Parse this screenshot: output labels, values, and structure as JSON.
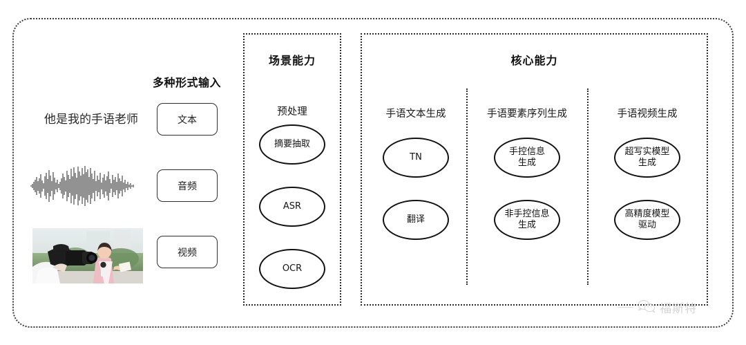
{
  "diagram": {
    "input_section": {
      "heading": "多种形式输入",
      "rows": [
        {
          "sample": "他是我的手语老师",
          "sample_kind": "text",
          "button": "文本"
        },
        {
          "sample": "",
          "sample_kind": "audio-waveform",
          "button": "音频"
        },
        {
          "sample": "",
          "sample_kind": "video-thumbnail",
          "button": "视频"
        }
      ]
    },
    "scene_panel": {
      "title": "场景能力",
      "subtitle": "预处理",
      "nodes": [
        "摘要抽取",
        "ASR",
        "OCR"
      ]
    },
    "core_panel": {
      "title": "核心能力",
      "columns": [
        {
          "label": "手语文本生成",
          "nodes": [
            "TN",
            "翻译"
          ]
        },
        {
          "label": "手语要素序列生成",
          "nodes": [
            "手控信息\n生成",
            "非手控信息\n生成"
          ]
        },
        {
          "label": "手语视频生成",
          "nodes": [
            "超写实模型\n生成",
            "高精度模型\n驱动"
          ]
        }
      ]
    },
    "watermark": {
      "text": "福斯特",
      "icon": "wechat-icon"
    },
    "colors": {
      "border": "#2b2b2b",
      "text": "#1a1a1a",
      "watermark": "#9a9a9a"
    }
  }
}
